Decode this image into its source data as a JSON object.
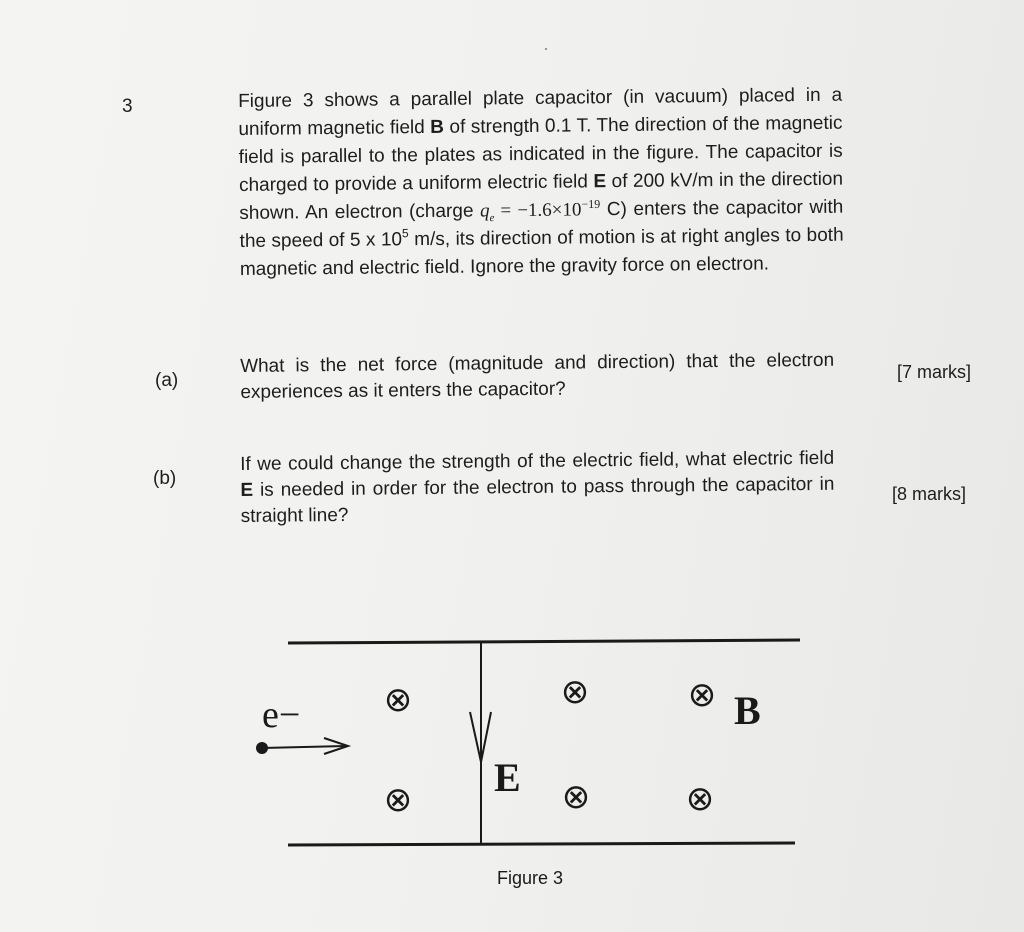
{
  "question": {
    "number": "3",
    "intro": {
      "s1": "Figure 3 shows a parallel plate capacitor (in vacuum) placed in a uniform magnetic field ",
      "b1": "B",
      "s2": " of strength 0.1 T. The direction of the magnetic field is parallel to the plates as indicated in the figure. The capacitor is charged to provide a uniform electric field ",
      "b2": "E",
      "s3": " of 200 kV/m in the direction shown. An electron (charge ",
      "q_symbol": "q",
      "q_sub": "e",
      "q_eq": " = −1.6×10",
      "q_exp": "−19",
      "s4": " C) enters the capacitor with the speed of 5 x 10",
      "speed_exp": "5",
      "s5": " m/s, its direction of motion is at right angles to both magnetic and electric field. Ignore the gravity force on electron."
    },
    "parts": [
      {
        "label": "(a)",
        "text": "What is the net force (magnitude and direction) that the electron experiences as it enters the capacitor?",
        "marks": "[7 marks]"
      },
      {
        "label": "(b)",
        "t1": "If we could change the strength of the electric field, what electric field ",
        "bold": "E",
        "t2": " is needed in order for the electron to pass through the capacitor in straight line?",
        "marks": "[8 marks]"
      }
    ]
  },
  "figure": {
    "caption": "Figure 3",
    "electron_label": "e−",
    "e_field_label": "E",
    "b_field_label": "B",
    "into_page_symbol": "⊗"
  }
}
